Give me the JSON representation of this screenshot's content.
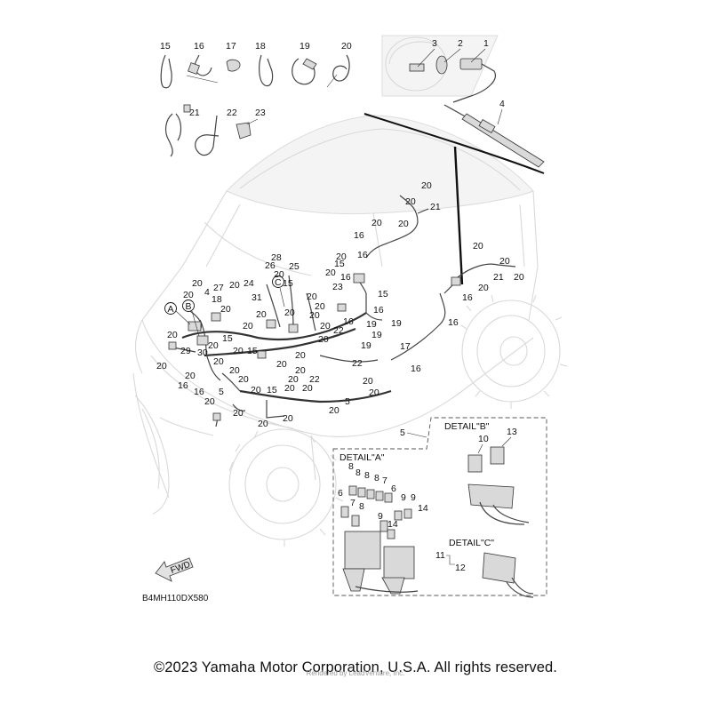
{
  "diagram": {
    "code": "B4MH110DX580",
    "fwd_label": "FWD",
    "copyright": "©2023 Yamaha Motor Corporation, U.S.A. All rights reserved.",
    "rendered_by": "Rendered by LeadVenture, Inc.",
    "details": {
      "a": "DETAIL\"A\"",
      "b": "DETAIL\"B\"",
      "c": "DETAIL\"C\""
    },
    "circle_labels": [
      "A",
      "B",
      "C"
    ],
    "top_parts": [
      "15",
      "16",
      "17",
      "18",
      "19",
      "20",
      "21",
      "22",
      "23"
    ],
    "inset_parts": [
      "3",
      "2",
      "1",
      "4"
    ],
    "colors": {
      "line": "#333333",
      "ghost": "#d9d9d9",
      "text": "#111111"
    }
  }
}
